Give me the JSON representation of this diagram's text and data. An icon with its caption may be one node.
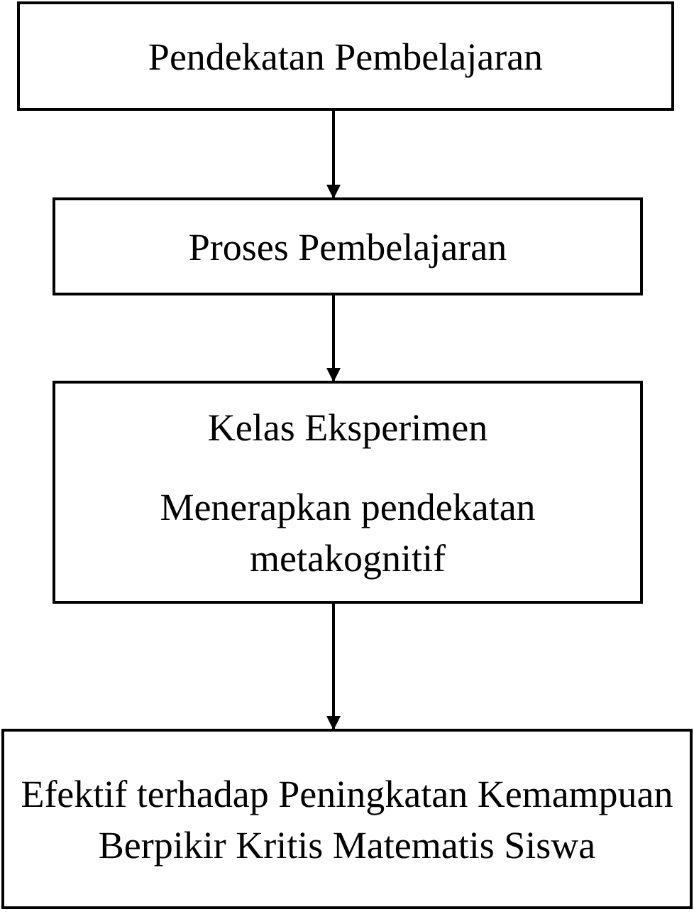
{
  "diagram": {
    "nodes": [
      {
        "text": [
          "Pendekatan Pembelajaran"
        ]
      },
      {
        "text": [
          "Proses Pembelajaran"
        ]
      },
      {
        "text": [
          "Kelas Eksperimen",
          "Menerapkan pendekatan metakognitif"
        ]
      },
      {
        "text": [
          "Efektif terhadap Peningkatan Kemampuan Berpikir Kritis Matematis Siswa"
        ]
      }
    ],
    "edges": [
      {
        "from": 0,
        "to": 1,
        "arrow": "to"
      },
      {
        "from": 1,
        "to": 2,
        "arrow": "to"
      },
      {
        "from": 2,
        "to": 3,
        "arrow": "to"
      }
    ]
  }
}
